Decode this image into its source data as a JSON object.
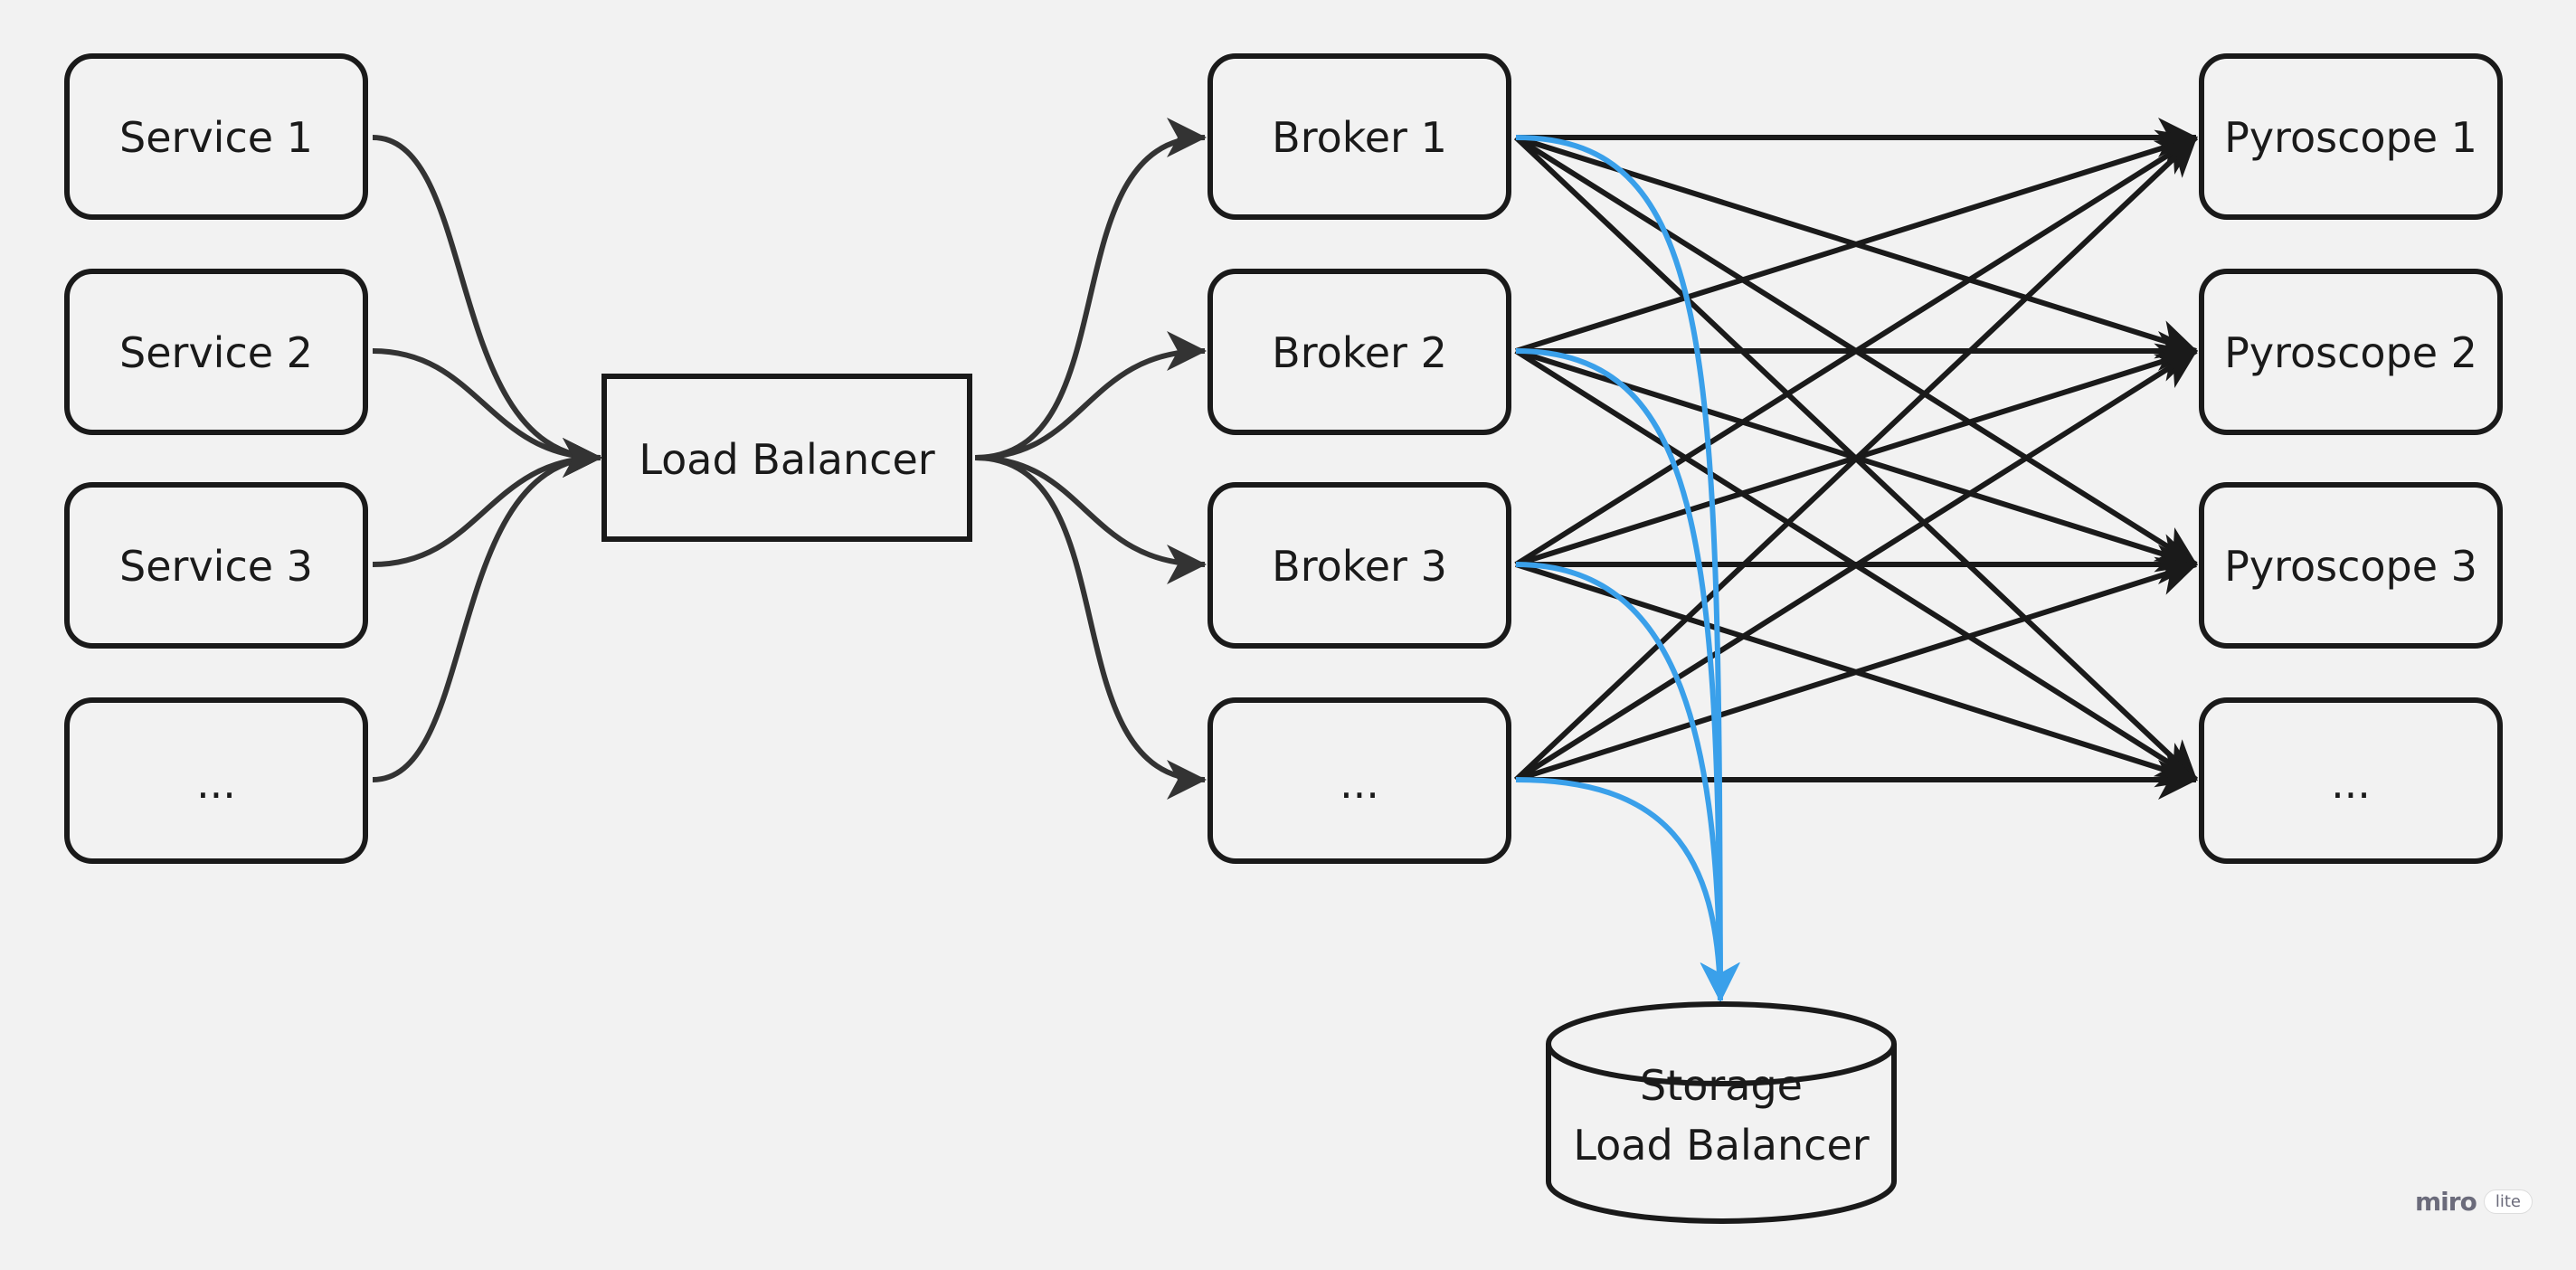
{
  "services": [
    "Service 1",
    "Service 2",
    "Service 3",
    "..."
  ],
  "load_balancer": "Load Balancer",
  "brokers": [
    "Broker 1",
    "Broker 2",
    "Broker 3",
    "..."
  ],
  "pyroscopes": [
    "Pyroscope 1",
    "Pyroscope 2",
    "Pyroscope 3",
    "..."
  ],
  "storage_lines": [
    "Storage",
    "Load Balancer"
  ],
  "watermark": {
    "logo": "miro",
    "tag": "lite"
  },
  "colors": {
    "background": "#f2f2f2",
    "stroke": "#1a1a1a",
    "edge_gray": "#333333",
    "edge_blue": "#3aa0ea"
  },
  "icons": {
    "arrowhead": "arrowhead-icon"
  }
}
